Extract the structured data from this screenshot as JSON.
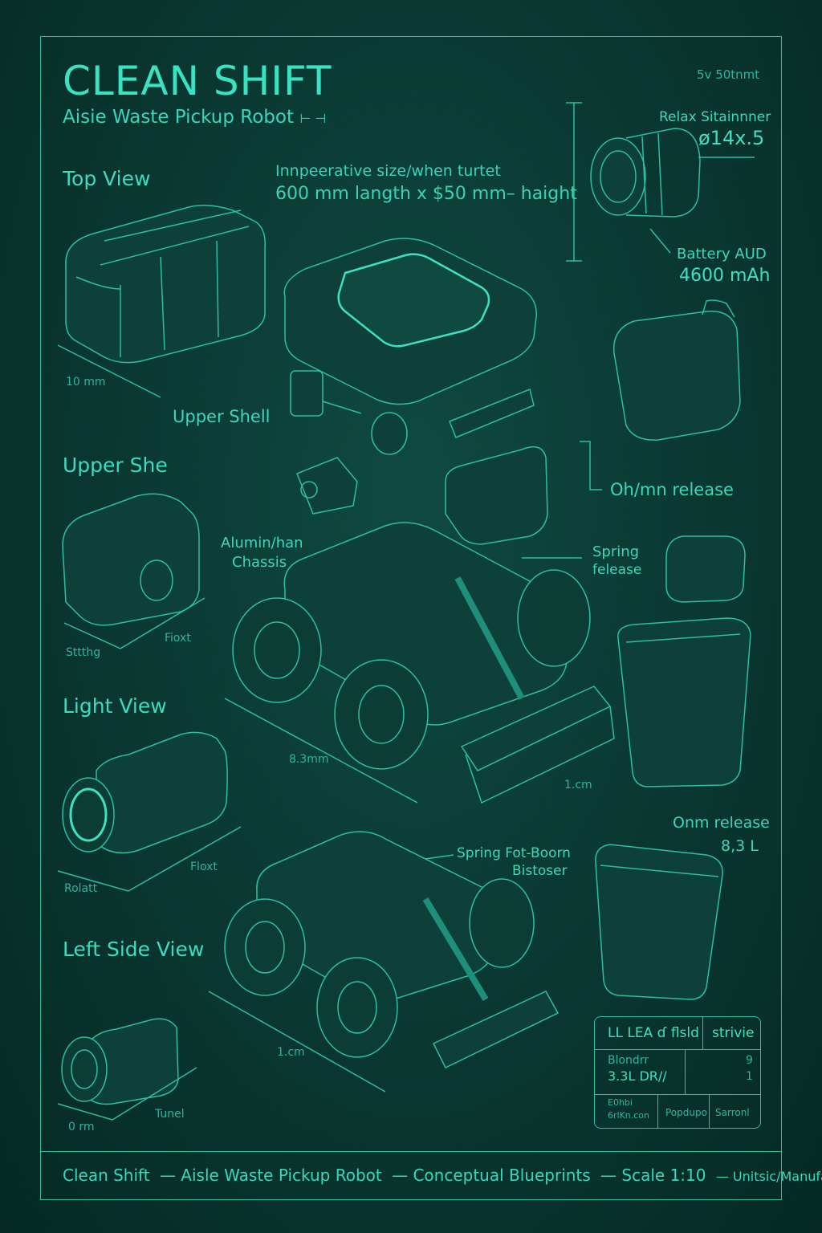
{
  "title": "CLEAN SHIFT",
  "subtitle": "Aisie Waste Pickup Robot",
  "subtitle_mark": "⊢ ⊣",
  "top_right_code": "5v 50tnmt",
  "views": {
    "top": "Top View",
    "upper": "Upper She",
    "light": "Light View",
    "left": "Left Side View"
  },
  "size_note": {
    "line1": "Innpeerative size/when turtet",
    "line2": "600 mm langth x $50 mm– haight"
  },
  "wheel_spec": {
    "label": "Relax Sitainnner",
    "value": "ø14x.5"
  },
  "battery": {
    "label": "Battery AUD",
    "value": "4600 mAh"
  },
  "callouts": {
    "upper_shell": "Upper Shell",
    "ohmn_release": "Oh/mn release",
    "chassis_1": "Alumin/han",
    "chassis_2": "Chassis",
    "spring_1": "Spring",
    "spring_2": "felease",
    "onm_release": "Onm release",
    "bin_volume": "8,3 L",
    "spring_foot_1": "Spring Fot-Boorn",
    "spring_foot_2": "Bistoser"
  },
  "dimensions": {
    "d1": "10 mm",
    "d2": "Sttthg",
    "d3": "Fioxt",
    "d4": "8.3mm",
    "d5": "1.cm",
    "d6": "Rolatt",
    "d7": "Floxt",
    "d8": "1.cm",
    "d9": "0 rm",
    "d10": "Tunel"
  },
  "title_block": {
    "r1c1": "LL LEA ɗ flsld",
    "r1c2": "strivie",
    "r2a": "Blondrr",
    "r2b": "3.3L DR//",
    "r2c": "9",
    "r2d": "1",
    "r3a": "E0hbi",
    "r3b": "6rlKn.con",
    "r3c": "Popdupo",
    "r3d": "Sarronl"
  },
  "footer": {
    "a": "Clean Shift",
    "b": "— Aisle Waste Pickup Robot",
    "c": "— Conceptual Blueprints",
    "d": "— Scale 1:10",
    "e": "— Unitsic/Manufadure"
  },
  "colors": {
    "background": "#0a3a33",
    "line": "#2bbfa3",
    "accent": "#3fe0c2"
  }
}
